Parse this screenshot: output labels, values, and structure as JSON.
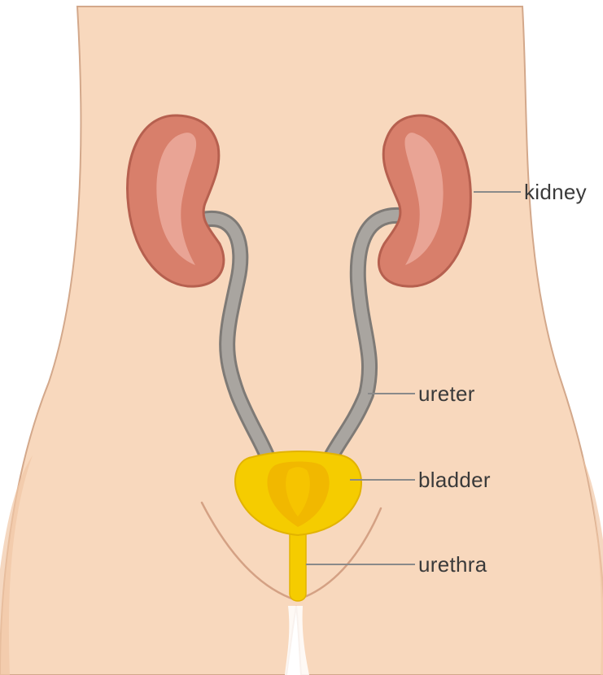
{
  "labels": {
    "kidney": "kidney",
    "ureter": "ureter",
    "bladder": "bladder",
    "urethra": "urethra"
  },
  "colors": {
    "background": "#ffffff",
    "skin": "#f8d8bd",
    "skin_outline": "#d3a88b",
    "kidney": "#d87f6b",
    "kidney_outline": "#b6604f",
    "kidney_highlight": "#eba99a",
    "ureter": "#a9a5a0",
    "ureter_outline": "#7e7a76",
    "bladder": "#f5cc00",
    "bladder_inner": "#f0b400",
    "leader_line": "#8a8a8a"
  }
}
